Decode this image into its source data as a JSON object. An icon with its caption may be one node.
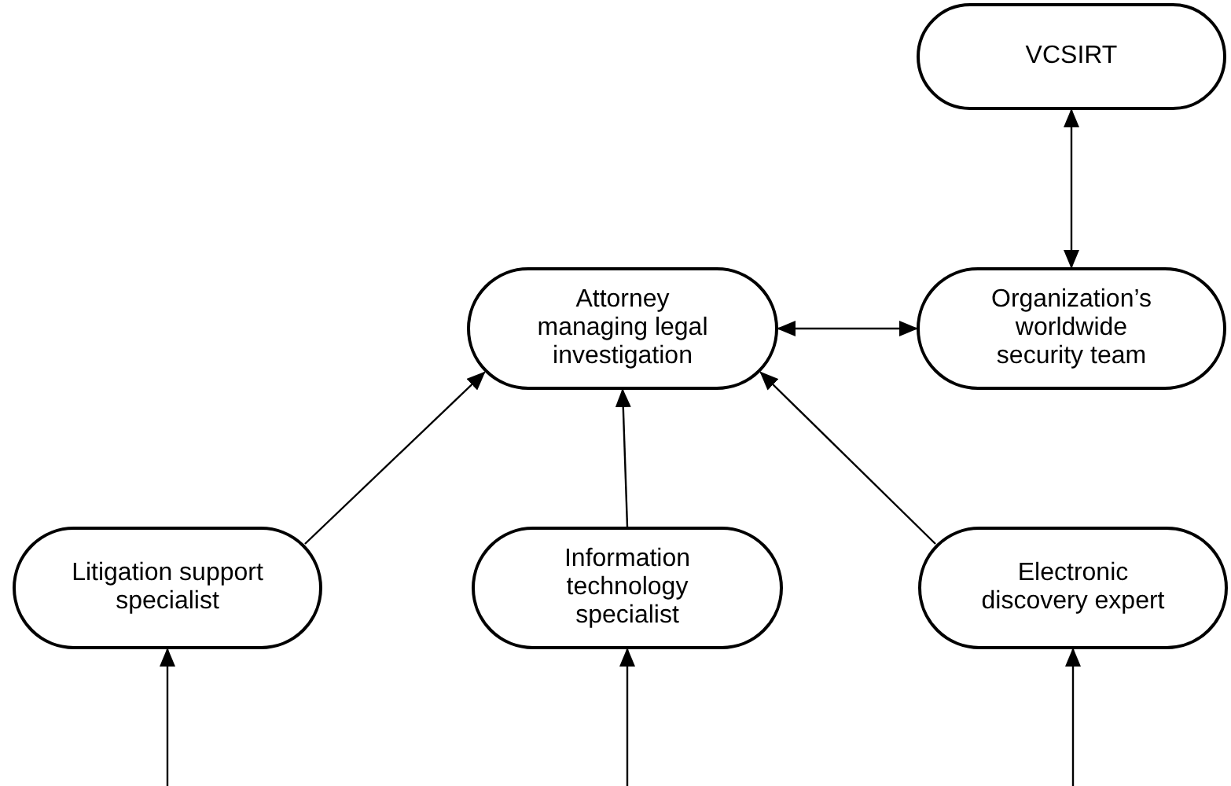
{
  "diagram": {
    "nodes": [
      {
        "text": [
          "VCSIRT"
        ]
      },
      {
        "text": [
          "Attorney managing legal investigation"
        ]
      },
      {
        "text": [
          "Organization’s worldwide security team"
        ]
      },
      {
        "text": [
          "Litigation support specialist"
        ]
      },
      {
        "text": [
          "Information technology specialist"
        ]
      },
      {
        "text": [
          "Electronic discovery expert"
        ]
      }
    ],
    "edges": [
      {
        "from": 0,
        "to": 2,
        "arrow": "both"
      },
      {
        "from": 1,
        "to": 2,
        "arrow": "both"
      },
      {
        "from": 3,
        "to": 1,
        "arrow": "to"
      },
      {
        "from": 4,
        "to": 1,
        "arrow": "to"
      },
      {
        "from": 5,
        "to": 1,
        "arrow": "to"
      },
      {
        "from": null,
        "to": 3,
        "arrow": "to"
      },
      {
        "from": null,
        "to": 4,
        "arrow": "to"
      },
      {
        "from": null,
        "to": 5,
        "arrow": "to"
      }
    ]
  }
}
